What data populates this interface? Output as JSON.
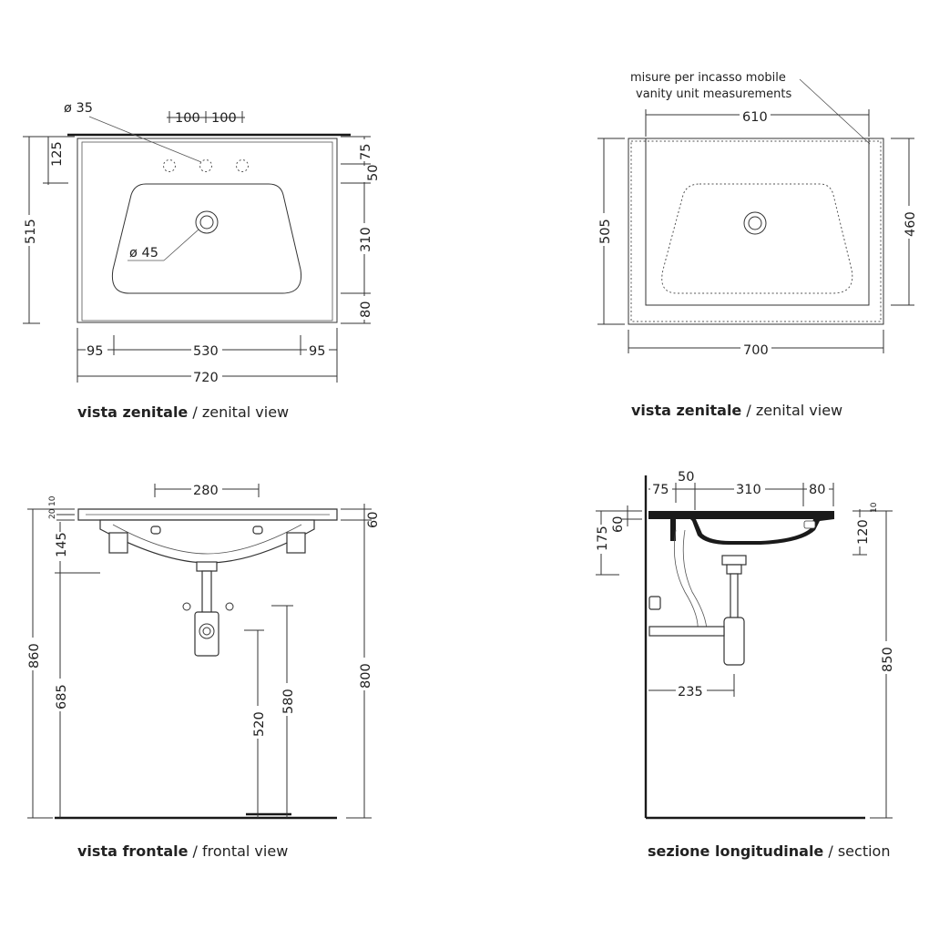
{
  "views": {
    "top_left": {
      "caption_it": "vista zenitale",
      "caption_sep": " / ",
      "caption_en": "zenital view",
      "dims": {
        "tap_hole": "ø 35",
        "hole_gap_1": "100",
        "hole_gap_2": "100",
        "front_to_holes": "125",
        "depth": "515",
        "right_top": "75",
        "right_gap": "50",
        "bowl_depth": "310",
        "bowl_front": "80",
        "drain": "ø 45",
        "left_margin": "95",
        "bowl_width": "530",
        "right_margin": "95",
        "total_width": "720"
      }
    },
    "top_right": {
      "caption_it": "vista zenitale",
      "caption_sep": " / ",
      "caption_en": "zenital view",
      "note_it": "misure per incasso mobile",
      "note_en": "vanity unit measurements",
      "dims": {
        "cabinet_width": "610",
        "depth": "505",
        "cabinet_depth": "460",
        "total_width": "700"
      }
    },
    "bottom_left": {
      "caption_it": "vista frontale",
      "caption_sep": " / ",
      "caption_en": "frontal view",
      "dims": {
        "hole_span": "280",
        "rim_top": "20",
        "rim_small": "10",
        "rim_right": "60",
        "bowl_drop": "145",
        "total_height": "860",
        "drain_height": "685",
        "supply_height": "520",
        "trap_height": "580",
        "floor_height": "800"
      }
    },
    "bottom_right": {
      "caption_it": "sezione longitudinale",
      "caption_sep": " / ",
      "caption_en": "section",
      "dims": {
        "back": "75",
        "gap": "50",
        "bowl": "310",
        "front": "80",
        "sub_height": "175",
        "rim": "60",
        "bowl_depth": "120",
        "rim_small": "10",
        "total_height": "850",
        "trap_distance": "235"
      }
    }
  }
}
